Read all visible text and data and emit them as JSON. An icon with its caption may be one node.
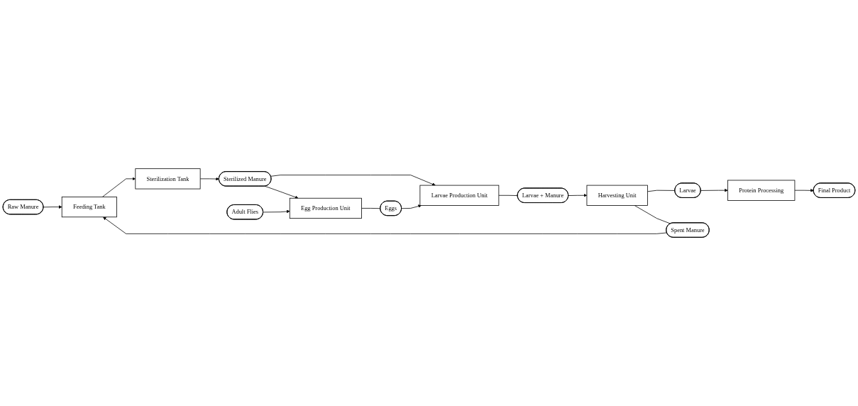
{
  "diagram": {
    "nodes": [
      {
        "text": [
          "Raw Manure"
        ]
      },
      {
        "text": [
          "Adult Flies"
        ]
      },
      {
        "text": [
          "Final Product"
        ]
      },
      {
        "text": [
          "Feeding Tank"
        ]
      },
      {
        "text": [
          "Egg Production Unit"
        ]
      },
      {
        "text": [
          "Protein Processing"
        ]
      },
      {
        "text": [
          "Sterilization Tank"
        ]
      },
      {
        "text": [
          "Sterilized Manure"
        ]
      },
      {
        "text": [
          "Eggs"
        ]
      },
      {
        "text": [
          "Larvae"
        ]
      },
      {
        "text": [
          "Larvae Production Unit"
        ]
      },
      {
        "text": [
          "Larvae + Manure"
        ]
      },
      {
        "text": [
          "Harvesting Unit"
        ]
      },
      {
        "text": [
          "Spent Manure"
        ]
      }
    ],
    "edges": [
      {
        "from": 0,
        "to": 3,
        "arrow": "to"
      },
      {
        "from": 3,
        "to": 6,
        "arrow": "to"
      },
      {
        "from": 6,
        "to": 7,
        "arrow": "to"
      },
      {
        "from": 7,
        "to": 4,
        "arrow": "to"
      },
      {
        "from": 7,
        "to": 10,
        "arrow": "to"
      },
      {
        "from": 1,
        "to": 4,
        "arrow": "to"
      },
      {
        "from": 4,
        "to": 8,
        "arrow": "none"
      },
      {
        "from": 8,
        "to": 10,
        "arrow": "to"
      },
      {
        "from": 10,
        "to": 11,
        "arrow": "none"
      },
      {
        "from": 11,
        "to": 12,
        "arrow": "to"
      },
      {
        "from": 12,
        "to": 9,
        "arrow": "none"
      },
      {
        "from": 9,
        "to": 5,
        "arrow": "to"
      },
      {
        "from": 5,
        "to": 2,
        "arrow": "to"
      },
      {
        "from": 12,
        "to": 13,
        "arrow": "none"
      },
      {
        "from": 13,
        "to": 3,
        "arrow": "to"
      }
    ]
  }
}
